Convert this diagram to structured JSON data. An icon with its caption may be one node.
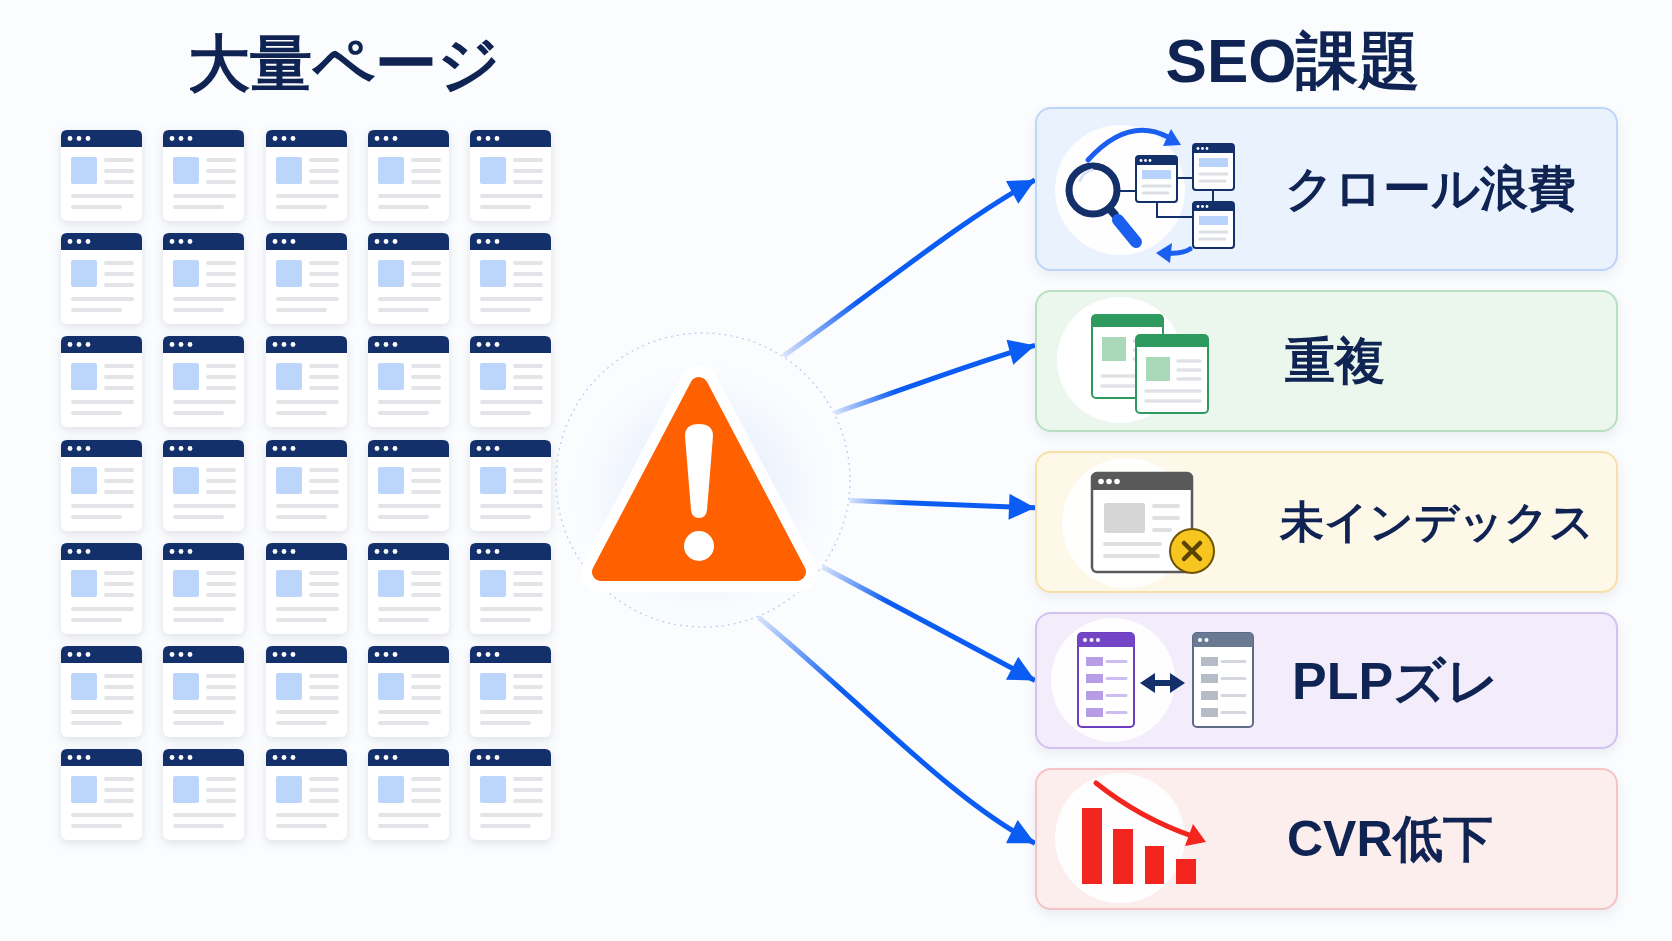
{
  "diagram": {
    "nodes": [
      {
        "text": [],
        "shape": "triangle"
      },
      {
        "text": [
          "クロール浪費"
        ]
      },
      {
        "text": [
          "重複"
        ]
      },
      {
        "text": [
          "未インデックス"
        ]
      },
      {
        "text": [
          "PLPズレ"
        ]
      },
      {
        "text": [
          "CVR低下"
        ]
      }
    ],
    "edges": [
      {
        "from": 0,
        "to": 1,
        "arrow": "to"
      },
      {
        "from": 0,
        "to": 2,
        "arrow": "to"
      },
      {
        "from": 0,
        "to": 3,
        "arrow": "to"
      },
      {
        "from": 0,
        "to": 4,
        "arrow": "to"
      },
      {
        "from": 0,
        "to": 5,
        "arrow": "to"
      }
    ],
    "labels": [
      "大量ページ",
      "SEO課題"
    ]
  }
}
